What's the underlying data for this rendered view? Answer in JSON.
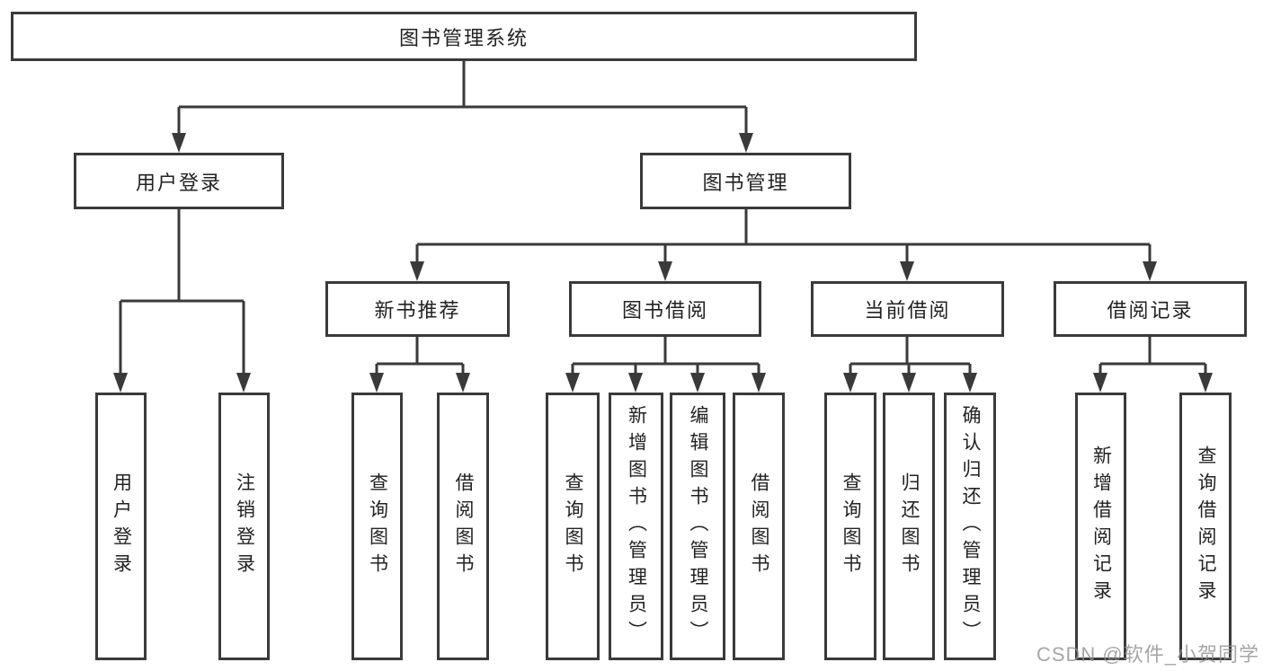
{
  "nodes": {
    "root": "图书管理系统",
    "level2": {
      "user_login": "用户登录",
      "book_mgmt": "图书管理"
    },
    "level3": {
      "new_book_rec": "新书推荐",
      "book_borrow": "图书借阅",
      "current_borrow": "当前借阅",
      "borrow_records": "借阅记录"
    },
    "leaves": {
      "user_login_leaf": "用户登录",
      "logout": "注销登录",
      "query_book_a": "查询图书",
      "borrow_book_a": "借阅图书",
      "query_book_b": "查询图书",
      "add_book_admin": "新增图书（管理员）",
      "edit_book_admin": "编辑图书（管理员）",
      "borrow_book_b": "借阅图书",
      "query_book_c": "查询图书",
      "return_book": "归还图书",
      "confirm_return_admin": "确认归还（管理员）",
      "add_borrow_record": "新增借阅记录",
      "query_borrow_record": "查询借阅记录"
    }
  },
  "watermark": "CSDN @软件_小贺同学",
  "colors": {
    "line": "#3a3a3a",
    "text": "#222222",
    "background": "#ffffff",
    "watermark": "#909090"
  }
}
